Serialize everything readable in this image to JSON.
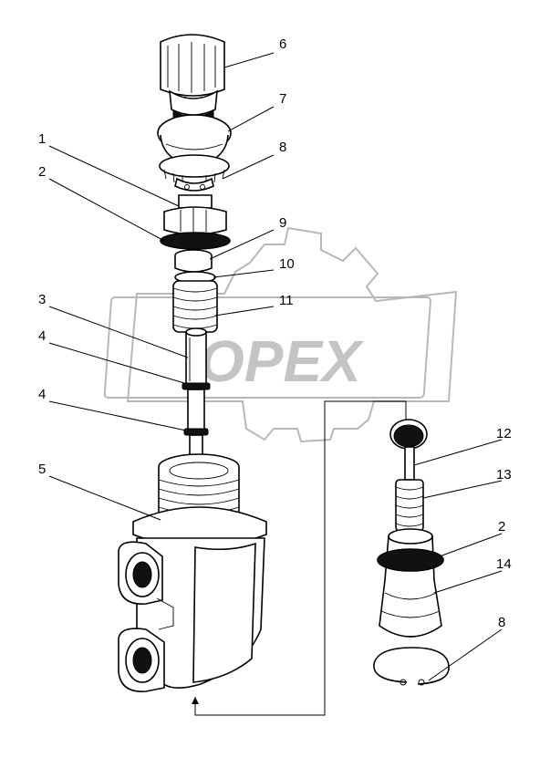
{
  "watermark": {
    "text": "OPEX"
  },
  "callouts": [
    {
      "id": "c6",
      "label": "6"
    },
    {
      "id": "c7",
      "label": "7"
    },
    {
      "id": "c8a",
      "label": "8"
    },
    {
      "id": "c1",
      "label": "1"
    },
    {
      "id": "c2a",
      "label": "2"
    },
    {
      "id": "c9",
      "label": "9"
    },
    {
      "id": "c10",
      "label": "10"
    },
    {
      "id": "c11",
      "label": "11"
    },
    {
      "id": "c3",
      "label": "3"
    },
    {
      "id": "c4a",
      "label": "4"
    },
    {
      "id": "c4b",
      "label": "4"
    },
    {
      "id": "c5",
      "label": "5"
    },
    {
      "id": "c12",
      "label": "12"
    },
    {
      "id": "c13",
      "label": "13"
    },
    {
      "id": "c2b",
      "label": "2"
    },
    {
      "id": "c14",
      "label": "14"
    },
    {
      "id": "c8b",
      "label": "8"
    }
  ]
}
